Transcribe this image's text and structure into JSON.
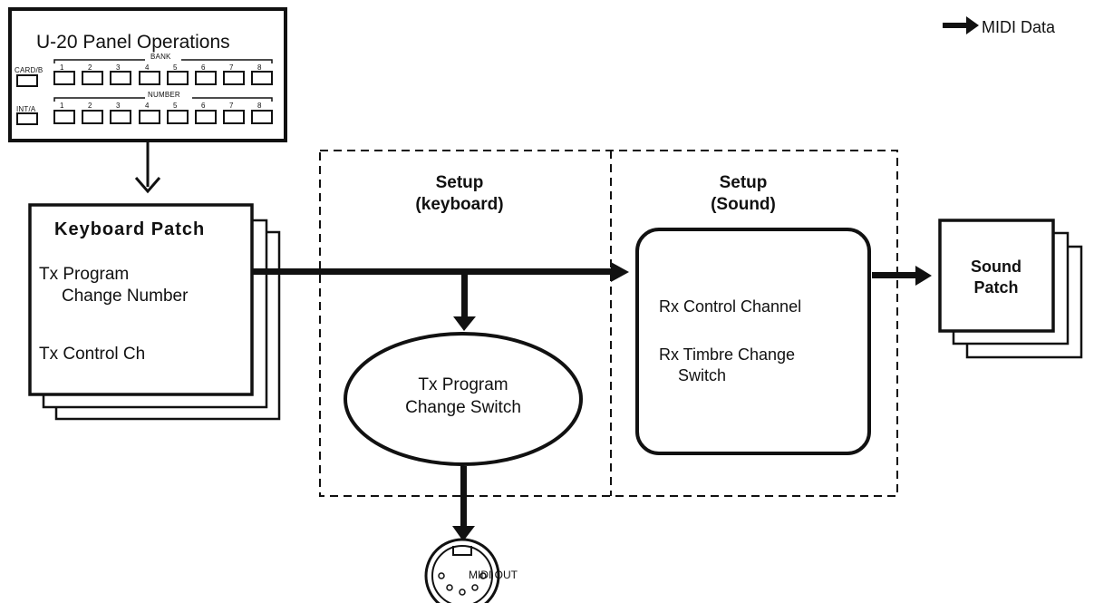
{
  "legend": {
    "label": "MIDI Data"
  },
  "panel": {
    "title": "U-20 Panel Operations",
    "bank_label": "BANK",
    "number_label": "NUMBER",
    "card_button": "CARD/B",
    "int_button": "INT/A",
    "bank_buttons": [
      "1",
      "2",
      "3",
      "4",
      "5",
      "6",
      "7",
      "8"
    ],
    "number_buttons": [
      "1",
      "2",
      "3",
      "4",
      "5",
      "6",
      "7",
      "8"
    ]
  },
  "keyboard_patch": {
    "title": "Keyboard Patch",
    "line1": "Tx Program",
    "line2": "Change Number",
    "line3": "Tx Control Ch"
  },
  "setup_keyboard": {
    "title_line1": "Setup",
    "title_line2": "(keyboard)",
    "switch_line1": "Tx Program",
    "switch_line2": "Change Switch"
  },
  "setup_sound": {
    "title_line1": "Setup",
    "title_line2": "(Sound)",
    "rx_control": "Rx Control Channel",
    "rx_timbre_line1": "Rx Timbre Change",
    "rx_timbre_line2": "Switch"
  },
  "sound_patch": {
    "line1": "Sound",
    "line2": "Patch"
  },
  "midi_out": {
    "label": "MIDI OUT"
  }
}
